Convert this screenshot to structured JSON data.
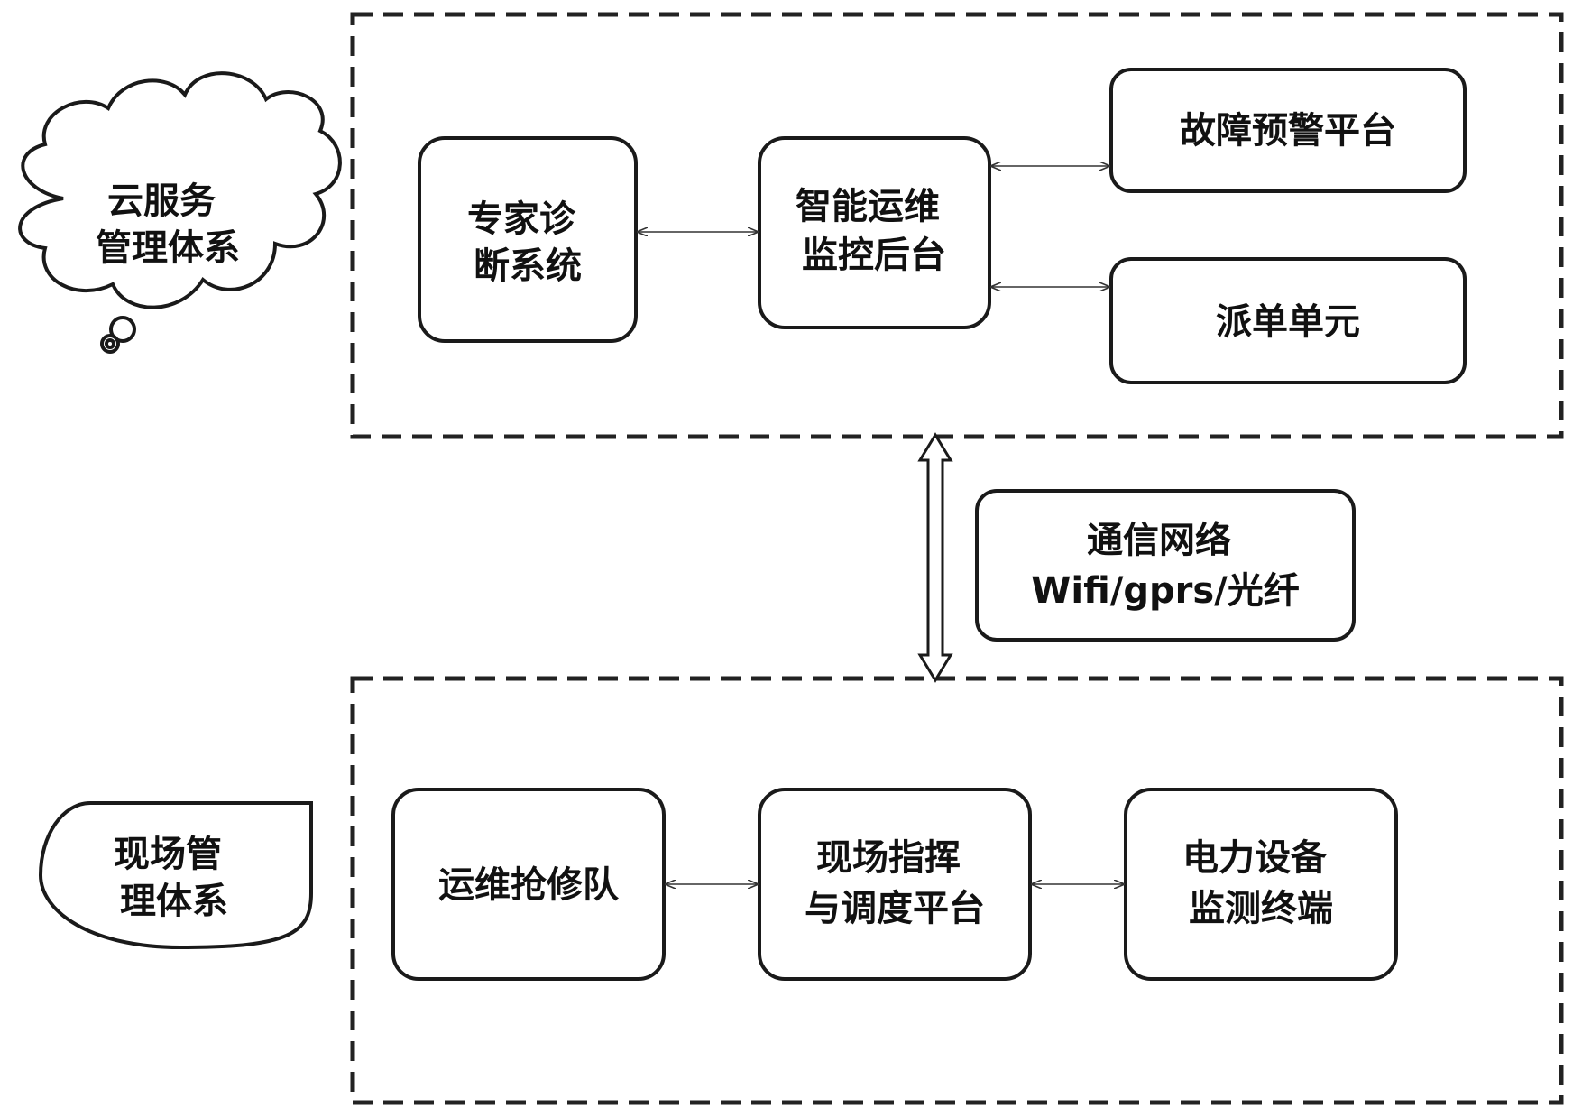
{
  "groups": {
    "cloud": {
      "label": [
        "云服务",
        "管理体系"
      ]
    },
    "field": {
      "label": [
        "现场管",
        "理体系"
      ]
    }
  },
  "nodes": {
    "expert_diagnosis": [
      "专家诊",
      "断系统"
    ],
    "smart_om_monitor": [
      "智能运维",
      "监控后台"
    ],
    "fault_warning": [
      "故障预警平台"
    ],
    "dispatch_unit": [
      "派单单元"
    ],
    "network": [
      "通信网络",
      "Wifi/gprs/光纤"
    ],
    "om_repair_team": [
      "运维抢修队"
    ],
    "field_command": [
      "现场指挥",
      "与调度平台"
    ],
    "power_monitor": [
      "电力设备",
      "监测终端"
    ]
  },
  "edges": [
    {
      "from": "expert_diagnosis",
      "to": "smart_om_monitor",
      "type": "bidirectional"
    },
    {
      "from": "smart_om_monitor",
      "to": "fault_warning",
      "type": "bidirectional"
    },
    {
      "from": "smart_om_monitor",
      "to": "dispatch_unit",
      "type": "bidirectional"
    },
    {
      "from": "cloud_zone",
      "to": "field_zone",
      "type": "bidirectional-double",
      "via": "network"
    },
    {
      "from": "om_repair_team",
      "to": "field_command",
      "type": "bidirectional"
    },
    {
      "from": "field_command",
      "to": "power_monitor",
      "type": "bidirectional"
    }
  ]
}
